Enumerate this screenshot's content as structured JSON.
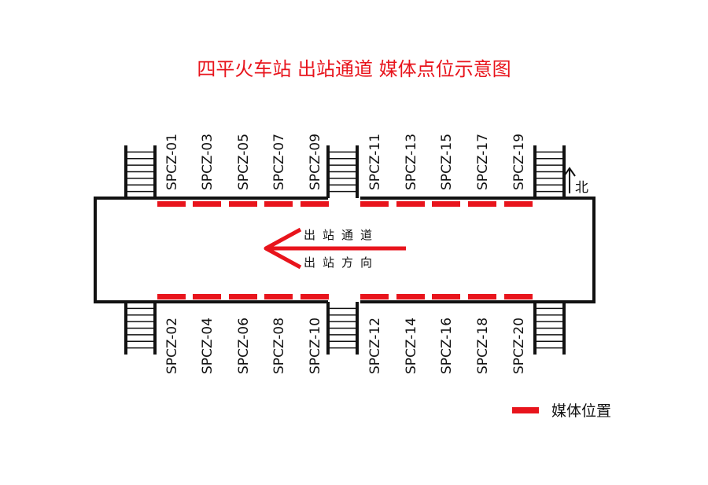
{
  "title": "四平火车站 出站通道 媒体点位示意图",
  "colors": {
    "media": "#e8141c",
    "wall": "#111111",
    "arrow": "#e8141c"
  },
  "direction": {
    "line1": "出站通道",
    "line2": "出站方向",
    "arrow": "left"
  },
  "north": {
    "label": "北",
    "icon": "north-arrow-icon"
  },
  "media_points": {
    "top": [
      "SPCZ-01",
      "SPCZ-03",
      "SPCZ-05",
      "SPCZ-07",
      "SPCZ-09",
      "SPCZ-11",
      "SPCZ-13",
      "SPCZ-15",
      "SPCZ-17",
      "SPCZ-19"
    ],
    "bottom": [
      "SPCZ-02",
      "SPCZ-04",
      "SPCZ-06",
      "SPCZ-08",
      "SPCZ-10",
      "SPCZ-12",
      "SPCZ-14",
      "SPCZ-16",
      "SPCZ-18",
      "SPCZ-20"
    ]
  },
  "legend": {
    "label": "媒体位置"
  }
}
